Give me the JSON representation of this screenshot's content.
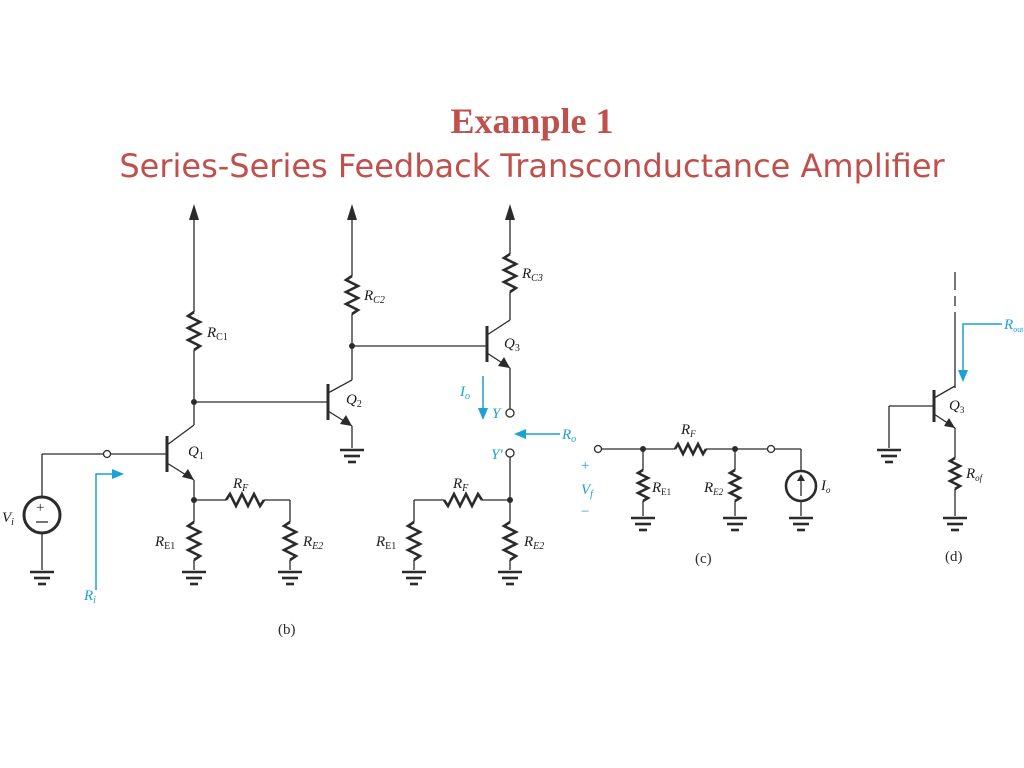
{
  "slide": {
    "title": "Example 1",
    "subtitle": "Series-Series Feedback Transconductance Amplifier"
  },
  "colors": {
    "title": "#c0504d",
    "wire": "#2b2b2b",
    "annotation_blue": "#1ba1d4"
  },
  "figure_b": {
    "caption": "(b)",
    "labels": {
      "rc1": "R_C1",
      "rc2": "R_C2",
      "rc3": "R_C3",
      "q1": "Q_1",
      "q2": "Q_2",
      "q3": "Q_3",
      "rf": "R_F",
      "re1": "R_E1",
      "re2": "R_E2",
      "rf_right": "R_F",
      "re1_right": "R_E1",
      "re2_right": "R_E2",
      "vi": "V_i",
      "ri": "R_i",
      "io": "I_o",
      "y": "Y",
      "yprime": "Y'",
      "ro": "R_o"
    }
  },
  "figure_c": {
    "caption": "(c)",
    "labels": {
      "vf": "V_f",
      "rf": "R_F",
      "re1": "R_E1",
      "re2": "R_E2",
      "io": "I_o",
      "plus": "+",
      "minus": "−"
    }
  },
  "figure_d": {
    "caption": "(d)",
    "labels": {
      "q3": "Q_3",
      "rout": "R_out",
      "rof": "R_of"
    }
  }
}
